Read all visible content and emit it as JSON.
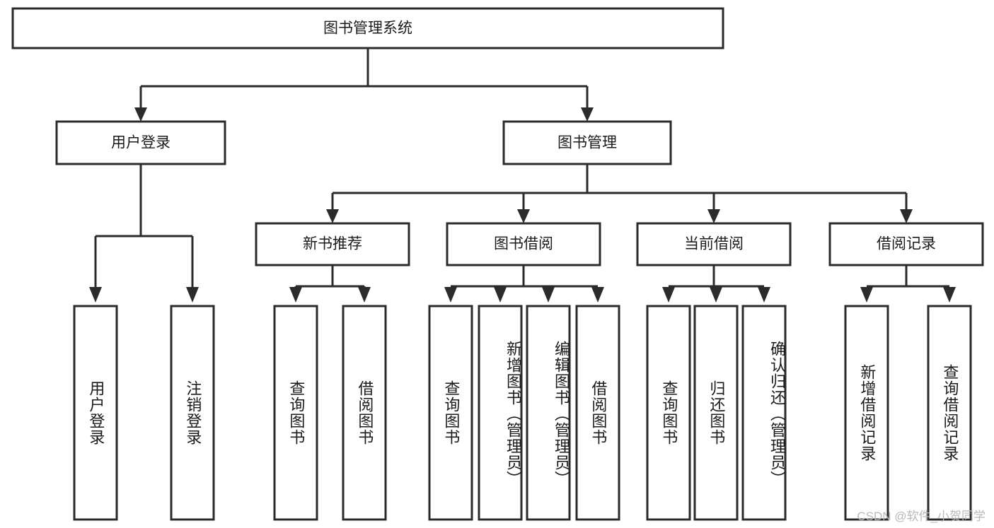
{
  "diagram": {
    "title": "图书管理系统",
    "type": "tree",
    "watermark": "CSDN @软件_小贺同学",
    "root": {
      "id": "root",
      "label": "图书管理系统",
      "orientation": "horizontal"
    },
    "level2": [
      {
        "id": "user-login",
        "label": "用户登录",
        "orientation": "horizontal"
      },
      {
        "id": "book-management",
        "label": "图书管理",
        "orientation": "horizontal"
      }
    ],
    "level3": [
      {
        "id": "new-book-recommend",
        "label": "新书推荐",
        "parent": "book-management",
        "orientation": "horizontal"
      },
      {
        "id": "book-borrow",
        "label": "图书借阅",
        "parent": "book-management",
        "orientation": "horizontal"
      },
      {
        "id": "current-borrow",
        "label": "当前借阅",
        "parent": "book-management",
        "orientation": "horizontal"
      },
      {
        "id": "borrow-record",
        "label": "借阅记录",
        "parent": "book-management",
        "orientation": "horizontal"
      }
    ],
    "leaves": [
      {
        "id": "leaf-user-login",
        "label": "用户登录",
        "parent": "user-login",
        "orientation": "vertical"
      },
      {
        "id": "leaf-user-logout",
        "label": "注销登录",
        "parent": "user-login",
        "orientation": "vertical"
      },
      {
        "id": "leaf-query-book-1",
        "label": "查询图书",
        "parent": "new-book-recommend",
        "orientation": "vertical"
      },
      {
        "id": "leaf-borrow-book-1",
        "label": "借阅图书",
        "parent": "new-book-recommend",
        "orientation": "vertical"
      },
      {
        "id": "leaf-query-book-2",
        "label": "查询图书",
        "parent": "book-borrow",
        "orientation": "vertical"
      },
      {
        "id": "leaf-add-book",
        "label": "新增图书（管理员）",
        "parent": "book-borrow",
        "orientation": "vertical"
      },
      {
        "id": "leaf-edit-book",
        "label": "编辑图书（管理员）",
        "parent": "book-borrow",
        "orientation": "vertical"
      },
      {
        "id": "leaf-borrow-book-2",
        "label": "借阅图书",
        "parent": "book-borrow",
        "orientation": "vertical"
      },
      {
        "id": "leaf-query-book-3",
        "label": "查询图书",
        "parent": "current-borrow",
        "orientation": "vertical"
      },
      {
        "id": "leaf-return-book",
        "label": "归还图书",
        "parent": "current-borrow",
        "orientation": "vertical"
      },
      {
        "id": "leaf-confirm-return",
        "label": "确认归还（管理员）",
        "parent": "current-borrow",
        "orientation": "vertical"
      },
      {
        "id": "leaf-add-record",
        "label": "新增借阅记录",
        "parent": "borrow-record",
        "orientation": "vertical"
      },
      {
        "id": "leaf-query-record",
        "label": "查询借阅记录",
        "parent": "borrow-record",
        "orientation": "vertical"
      }
    ],
    "colors": {
      "stroke": "#2b2b2b",
      "fill": "#ffffff",
      "text": "#1b1b1b",
      "watermark": "#b9b9b9",
      "background": "#ffffff"
    }
  }
}
